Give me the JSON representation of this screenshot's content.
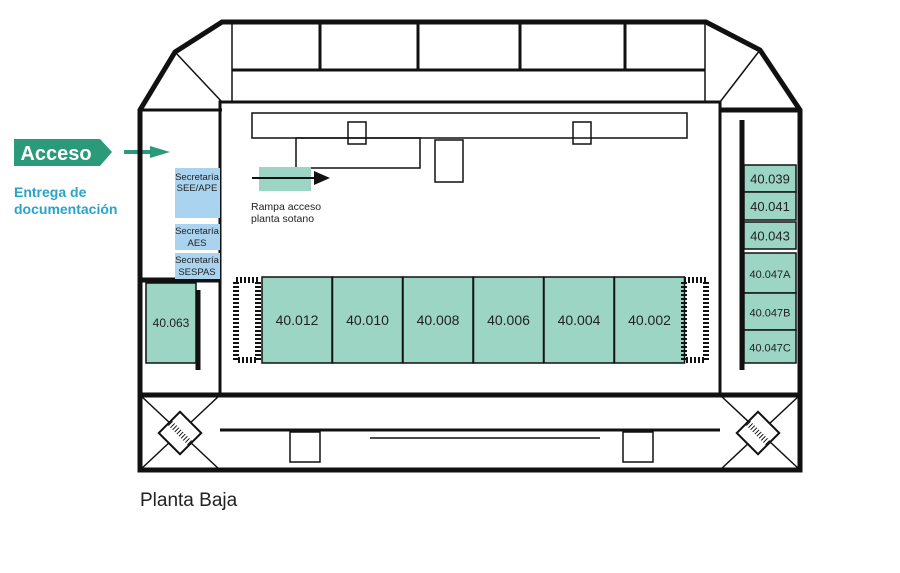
{
  "access": {
    "label": "Acceso",
    "color": "#2a9a7b"
  },
  "delivery": {
    "line1": "Entrega de",
    "line2": "documentación",
    "color": "#2aa3c6"
  },
  "secretariats": [
    {
      "line1": "Secretaría",
      "line2": "SEE/APE"
    },
    {
      "line1": "Secretaría",
      "line2": "AES"
    },
    {
      "line1": "Secretaría",
      "line2": "SESPAS"
    }
  ],
  "ramp": {
    "line1": "Rampa acceso",
    "line2": "planta sotano"
  },
  "central_rooms": [
    "40.012",
    "40.010",
    "40.008",
    "40.006",
    "40.004",
    "40.002"
  ],
  "left_room": "40.063",
  "right_rooms": [
    "40.039",
    "40.041",
    "40.043",
    "40.047A",
    "40.047B",
    "40.047C"
  ],
  "floor_title": "Planta Baja",
  "colors": {
    "room": "#9dd5c5",
    "secretariat": "#a9d3ee"
  }
}
